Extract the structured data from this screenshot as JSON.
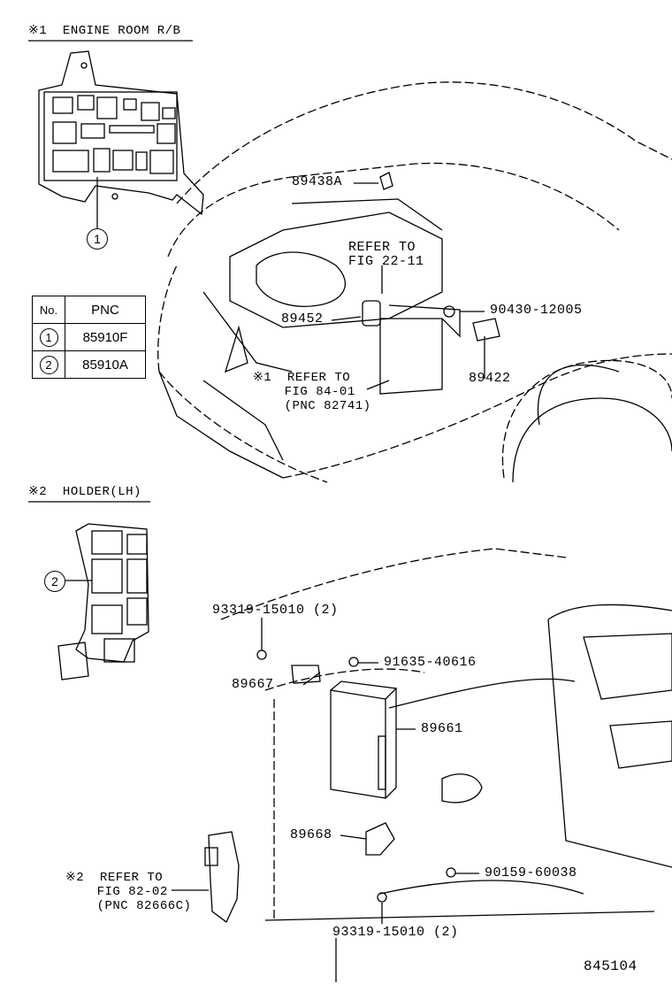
{
  "sections": {
    "engine_room_header": "※1  ENGINE ROOM R/B",
    "holder_header": "※2  HOLDER(LH)"
  },
  "callouts": {
    "c1": "1",
    "c2": "2"
  },
  "table": {
    "col_no": "No.",
    "col_pnc": "PNC",
    "rows": [
      {
        "no": "1",
        "pnc": "85910F"
      },
      {
        "no": "2",
        "pnc": "85910A"
      }
    ]
  },
  "parts": {
    "p89438A": "89438A",
    "refer_22": "REFER TO\nFIG 22-11",
    "p89452": "89452",
    "p90430": "90430-12005",
    "p89422": "89422",
    "refer_84": "※1  REFER TO\n    FIG 84-01\n    (PNC 82741)",
    "p93319_top": "93319-15010 (2)",
    "p91635": "91635-40616",
    "p89667": "89667",
    "p89661": "89661",
    "p89668": "89668",
    "p90159": "90159-60038",
    "refer_82": "※2  REFER TO\n    FIG 82-02\n    (PNC 82666C)",
    "p93319_bot": "93319-15010 (2)"
  },
  "diagram_number": "845104"
}
